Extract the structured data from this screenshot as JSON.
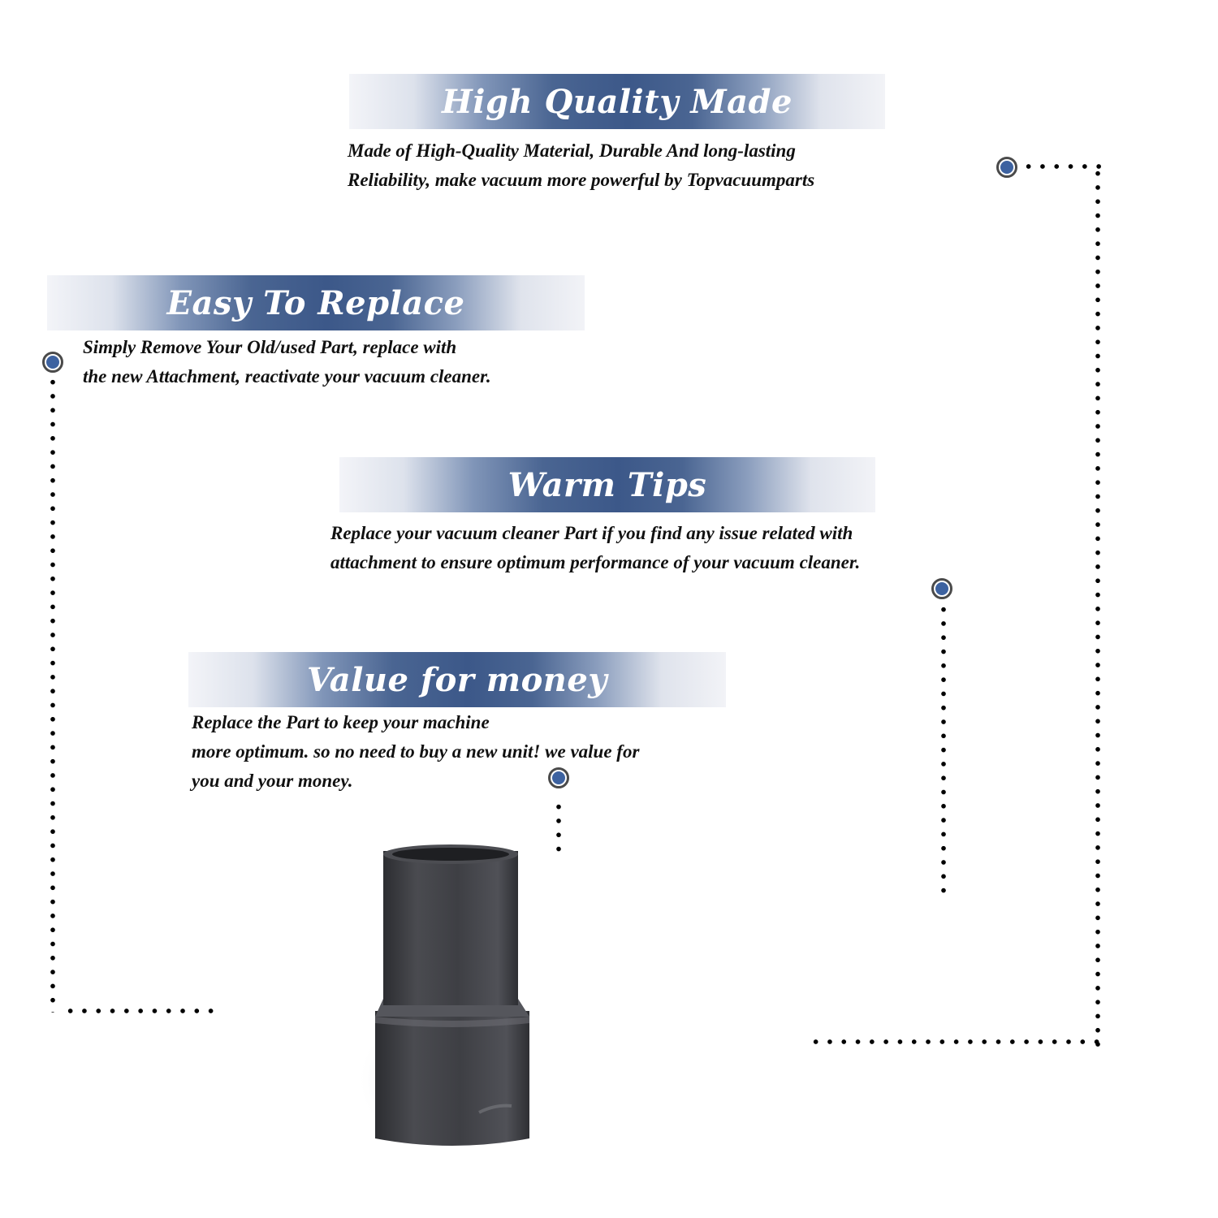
{
  "sections": [
    {
      "title": "High Quality Made",
      "lines": [
        "Made of  High-Quality Material, Durable And long-lasting",
        "Reliability, make vacuum more powerful by Topvacuumparts"
      ]
    },
    {
      "title": "Easy To Replace",
      "lines": [
        "Simply Remove Your Old/used Part, replace with",
        "the new Attachment, reactivate your vacuum cleaner."
      ]
    },
    {
      "title": "Warm Tips",
      "lines": [
        "Replace your vacuum cleaner Part if you find any issue related with",
        " attachment to ensure optimum performance of your vacuum cleaner."
      ]
    },
    {
      "title": "Value for money",
      "lines": [
        "Replace the Part to keep your machine",
        "more optimum. so no need to buy a new unit! we value for",
        "you and your money."
      ]
    }
  ],
  "colors": {
    "banner_center": "#3c5889",
    "marker_dot": "#3d62a0",
    "marker_ring": "#4a4a4a",
    "text": "#111111",
    "product": "#3a3b3f"
  },
  "product": {
    "icon": "vacuum-hose-adapter-icon"
  }
}
